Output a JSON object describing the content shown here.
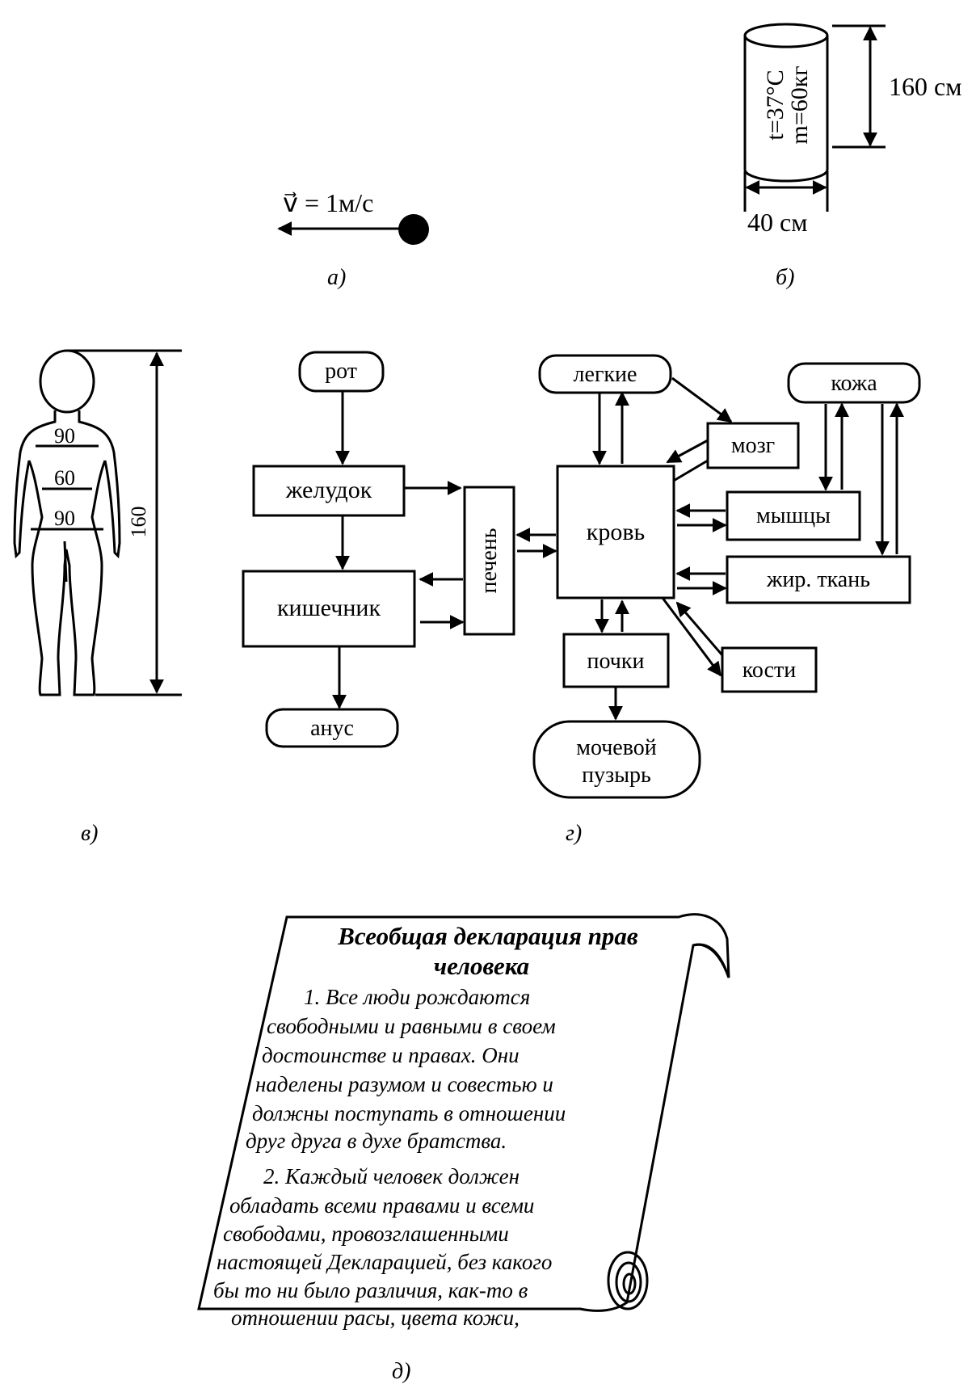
{
  "panel_a": {
    "formula": "v⃗ = 1м/с",
    "caption": "а)"
  },
  "panel_b": {
    "temperature": "t=37°C",
    "mass": "m=60кг",
    "height": "160 см",
    "width": "40 см",
    "caption": "б)"
  },
  "panel_v": {
    "bust": "90",
    "waist": "60",
    "hips": "90",
    "height": "160",
    "caption": "в)"
  },
  "panel_g": {
    "caption": "г)",
    "nodes": {
      "mouth": "рот",
      "stomach": "желудок",
      "intestine": "кишечник",
      "anus": "анус",
      "liver": "печень",
      "blood": "кровь",
      "lungs": "легкие",
      "brain": "мозг",
      "skin": "кожа",
      "muscles": "мышцы",
      "fat": "жир. ткань",
      "bones": "кости",
      "kidneys": "почки",
      "bladder_1": "мочевой",
      "bladder_2": "пузырь"
    }
  },
  "panel_d": {
    "caption": "д)",
    "title_1": "Всеобщая декларация прав",
    "title_2": "человека",
    "lines": [
      "1. Все люди рождаются",
      "свободными и равными в своем",
      "достоинстве и правах. Они",
      "наделены разумом и совестью и",
      "должны поступать в отношении",
      "друг друга в духе братства.",
      "2. Каждый человек должен",
      "обладать всеми правами и всеми",
      "свободами, провозглашенными",
      "настоящей Декларацией, без какого",
      "бы то ни было различия, как-то в",
      "отношении расы, цвета кожи,"
    ]
  }
}
